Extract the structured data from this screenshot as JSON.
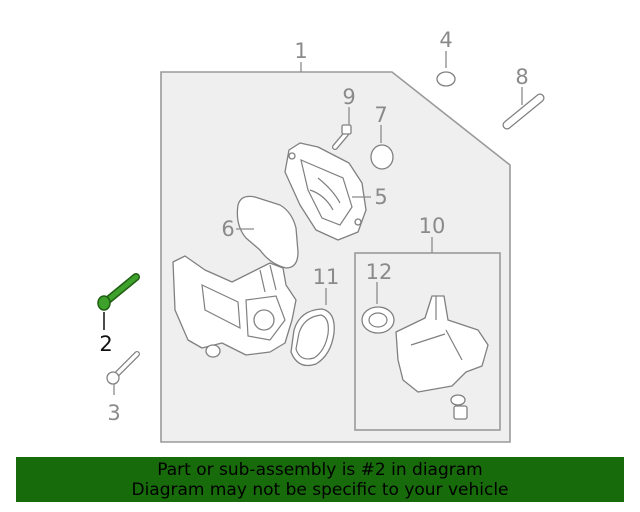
{
  "callouts": [
    "1",
    "2",
    "3",
    "4",
    "5",
    "6",
    "7",
    "8",
    "9",
    "10",
    "11",
    "12"
  ],
  "highlighted_callout": "2",
  "colors": {
    "highlight_part": "#2e8b1f",
    "footer_bg": "#176b0b",
    "label_gray": "#8a8a8a"
  },
  "footer": {
    "line1": "Part or sub-assembly is #2 in diagram",
    "line2": "Diagram may not be specific to your vehicle"
  }
}
